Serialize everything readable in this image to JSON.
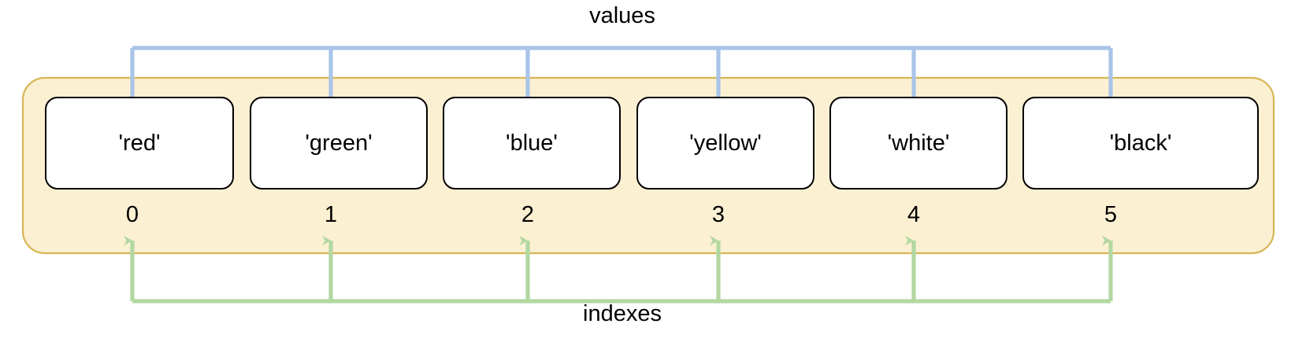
{
  "diagram": {
    "title_top": "values",
    "title_bottom": "indexes",
    "colors": {
      "container_fill": "#fcf0d2",
      "container_stroke": "#d6b656",
      "cell_fill": "#ffffff",
      "cell_stroke": "#000000",
      "values_arrow": "#a9c4e8",
      "indexes_arrow": "#b2d8a0",
      "text": "#000000"
    },
    "cells": [
      {
        "value": "'red'",
        "index": "0"
      },
      {
        "value": "'green'",
        "index": "1"
      },
      {
        "value": "'blue'",
        "index": "2"
      },
      {
        "value": "'yellow'",
        "index": "3"
      },
      {
        "value": "'white'",
        "index": "4"
      },
      {
        "value": "'black'",
        "index": "5"
      }
    ]
  }
}
